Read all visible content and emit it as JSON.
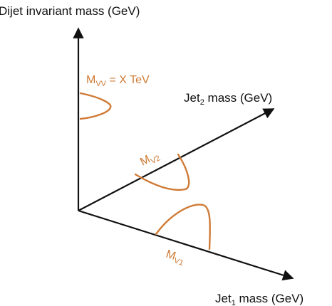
{
  "axes": {
    "vertical": {
      "label": "Dijet invariant mass (GeV)"
    },
    "jet2": {
      "label_prefix": "Jet",
      "label_sub": "2",
      "label_suffix": " mass (GeV)"
    },
    "jet1": {
      "label_prefix": "Jet",
      "label_sub": "1",
      "label_suffix": " mass (GeV)"
    }
  },
  "peaks": {
    "vv": {
      "prefix": "M",
      "sub": "VV",
      "suffix": " = X TeV"
    },
    "v2": {
      "prefix": "M",
      "sub": "V2"
    },
    "v1": {
      "prefix": "M",
      "sub": "V1"
    }
  },
  "colors": {
    "axis": "#111111",
    "peak": "#cf7a35"
  }
}
